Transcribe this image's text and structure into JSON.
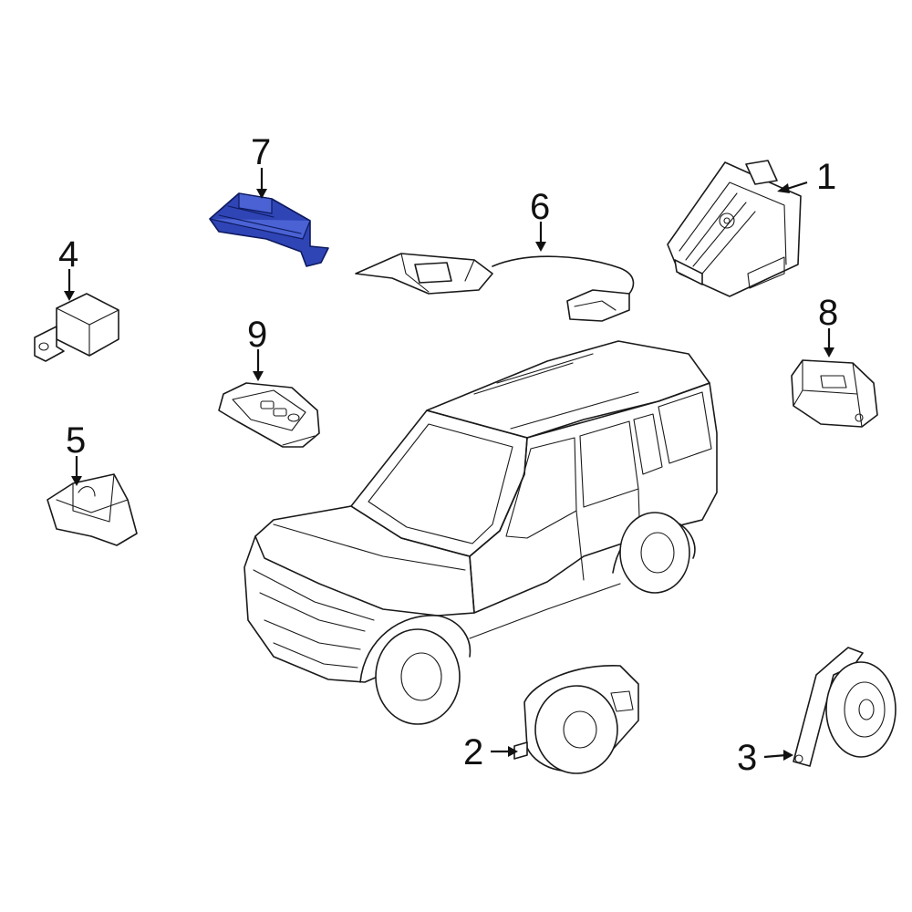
{
  "diagram": {
    "highlight_color": "#2f45b6",
    "line_color": "#1a1a1a",
    "highlighted_callout": "7",
    "callouts": [
      {
        "id": "1",
        "label": "1"
      },
      {
        "id": "2",
        "label": "2"
      },
      {
        "id": "3",
        "label": "3"
      },
      {
        "id": "4",
        "label": "4"
      },
      {
        "id": "5",
        "label": "5"
      },
      {
        "id": "6",
        "label": "6"
      },
      {
        "id": "7",
        "label": "7"
      },
      {
        "id": "8",
        "label": "8"
      },
      {
        "id": "9",
        "label": "9"
      }
    ]
  }
}
